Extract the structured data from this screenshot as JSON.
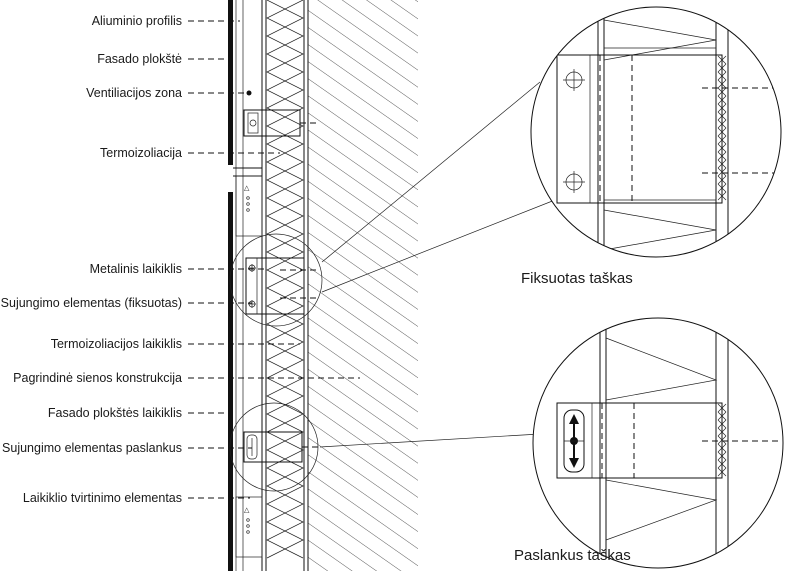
{
  "labels": [
    "Aliuminio profilis",
    "Fasado plokštė",
    "Ventiliacijos zona",
    "Termoizoliacija",
    "Metalinis laikiklis",
    "Sujungimo elementas (fiksuotas)",
    "Termoizoliacijos laikiklis",
    "Pagrindinė sienos konstrukcija",
    "Fasado plokštės laikiklis",
    "Sujungimo elementas paslankus",
    "Laikiklio tvirtinimo elementas"
  ],
  "details": {
    "fixed_caption": "Fiksuotas taškas",
    "sliding_caption": "Paslankus taškas"
  }
}
